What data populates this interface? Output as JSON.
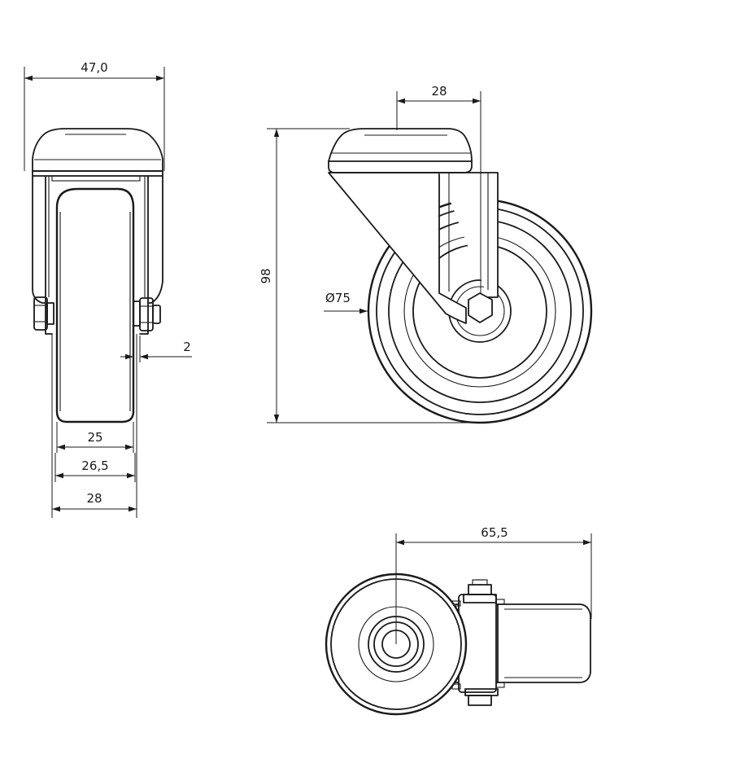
{
  "dimensions": {
    "front_total_width": "47,0",
    "wheel_width": "25",
    "hub_width": "26,5",
    "fork_inner_width": "28",
    "fork_plate_thickness": "2",
    "side_offset": "28",
    "overall_height": "98",
    "wheel_diameter": "Ø75",
    "swivel_radius": "65,5"
  },
  "colors": {
    "line": "#1a1a1a",
    "background": "#ffffff"
  }
}
